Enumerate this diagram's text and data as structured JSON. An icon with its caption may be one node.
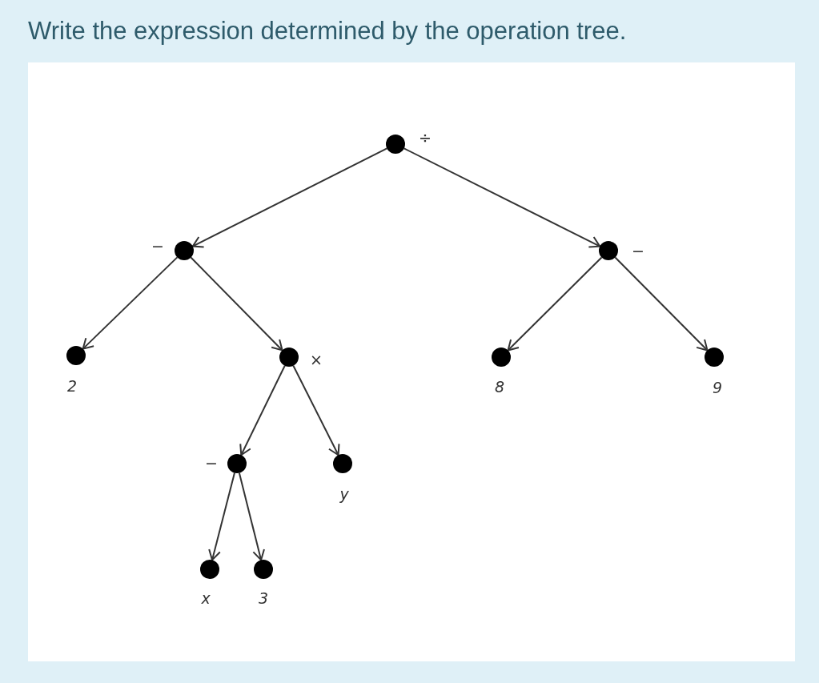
{
  "diagram": {
    "title": "Write the expression determined by the operation tree.",
    "nodes": [
      {
        "text": [],
        "shape": "circle",
        "beside": [
          "÷"
        ]
      },
      {
        "text": [],
        "shape": "circle",
        "beside": [
          "−"
        ]
      },
      {
        "text": [],
        "shape": "circle",
        "beside": [
          "−"
        ]
      },
      {
        "text": [],
        "shape": "circle",
        "beside": [
          "2"
        ]
      },
      {
        "text": [],
        "shape": "circle",
        "beside": [
          "×"
        ]
      },
      {
        "text": [],
        "shape": "circle",
        "beside": [
          "8"
        ]
      },
      {
        "text": [],
        "shape": "circle",
        "beside": [
          "9"
        ]
      },
      {
        "text": [],
        "shape": "circle",
        "beside": [
          "−"
        ]
      },
      {
        "text": [],
        "shape": "circle",
        "beside": [
          "y"
        ]
      },
      {
        "text": [],
        "shape": "circle",
        "beside": [
          "x"
        ]
      },
      {
        "text": [],
        "shape": "circle",
        "beside": [
          "3"
        ]
      }
    ],
    "edges": [
      {
        "from": 0,
        "to": 1,
        "arrow": "to"
      },
      {
        "from": 0,
        "to": 2,
        "arrow": "to"
      },
      {
        "from": 1,
        "to": 3,
        "arrow": "to"
      },
      {
        "from": 1,
        "to": 4,
        "arrow": "to"
      },
      {
        "from": 2,
        "to": 5,
        "arrow": "to"
      },
      {
        "from": 2,
        "to": 6,
        "arrow": "to"
      },
      {
        "from": 4,
        "to": 7,
        "arrow": "to"
      },
      {
        "from": 4,
        "to": 8,
        "arrow": "to"
      },
      {
        "from": 7,
        "to": 9,
        "arrow": "to"
      },
      {
        "from": 7,
        "to": 10,
        "arrow": "to"
      }
    ]
  }
}
